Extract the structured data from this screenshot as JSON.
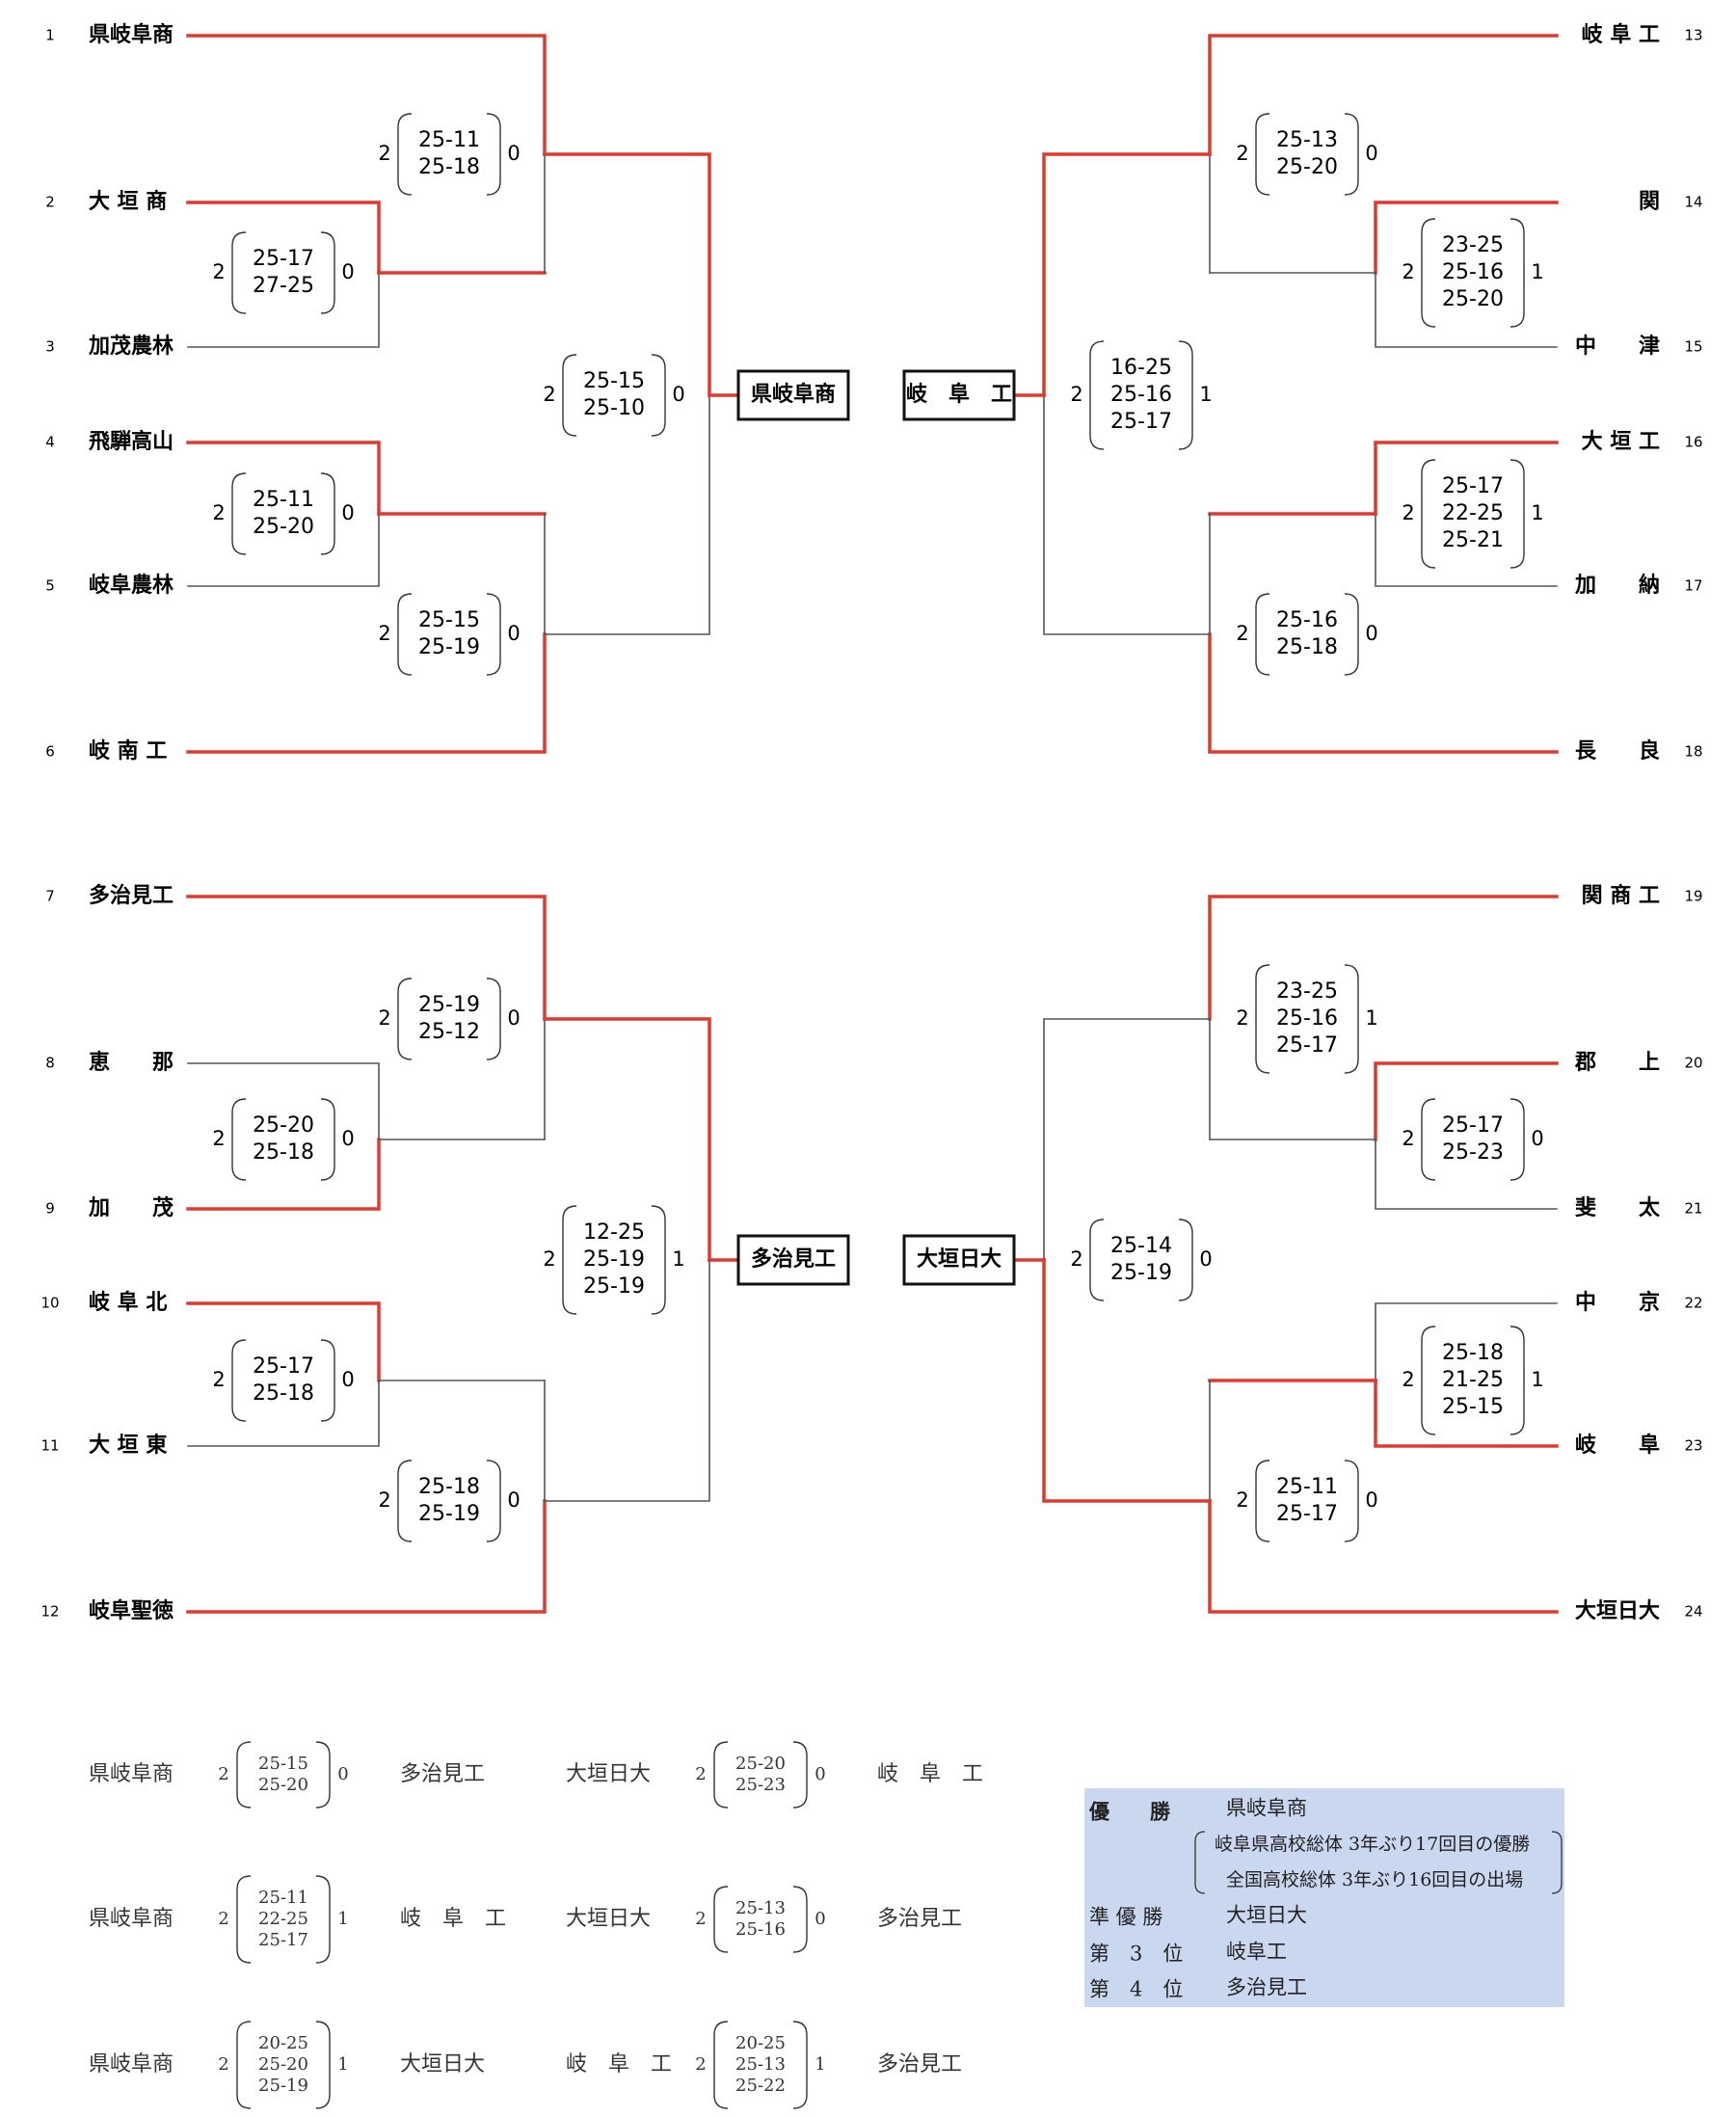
{
  "teams": [
    {
      "num": "1",
      "name": "県岐阜商"
    },
    {
      "num": "2",
      "name": "大 垣 商"
    },
    {
      "num": "3",
      "name": "加茂農林"
    },
    {
      "num": "4",
      "name": "飛騨高山"
    },
    {
      "num": "5",
      "name": "岐阜農林"
    },
    {
      "num": "6",
      "name": "岐 南 工"
    },
    {
      "num": "7",
      "name": "多治見工"
    },
    {
      "num": "8",
      "name": "恵　　那"
    },
    {
      "num": "9",
      "name": "加　　茂"
    },
    {
      "num": "10",
      "name": "岐 阜 北"
    },
    {
      "num": "11",
      "name": "大 垣 東"
    },
    {
      "num": "12",
      "name": "岐阜聖徳"
    },
    {
      "num": "13",
      "name": "岐 阜 工"
    },
    {
      "num": "14",
      "name": "関"
    },
    {
      "num": "15",
      "name": "中　　津"
    },
    {
      "num": "16",
      "name": "大 垣 工"
    },
    {
      "num": "17",
      "name": "加　　納"
    },
    {
      "num": "18",
      "name": "長　　良"
    },
    {
      "num": "19",
      "name": "関 商 工"
    },
    {
      "num": "20",
      "name": "郡　　上"
    },
    {
      "num": "21",
      "name": "斐　　太"
    },
    {
      "num": "22",
      "name": "中　　京"
    },
    {
      "num": "23",
      "name": "岐　　阜"
    },
    {
      "num": "24",
      "name": "大垣日大"
    }
  ],
  "matches": [
    {
      "id": "m-2-3",
      "left": "2",
      "right": "0",
      "sets": [
        "25-17",
        "27-25"
      ]
    },
    {
      "id": "m-1-23",
      "left": "2",
      "right": "0",
      "sets": [
        "25-11",
        "25-18"
      ]
    },
    {
      "id": "m-4-5",
      "left": "2",
      "right": "0",
      "sets": [
        "25-11",
        "25-20"
      ]
    },
    {
      "id": "m-45-6",
      "left": "2",
      "right": "0",
      "sets": [
        "25-15",
        "25-19"
      ]
    },
    {
      "id": "m-a-semi",
      "left": "2",
      "right": "0",
      "sets": [
        "25-15",
        "25-10"
      ]
    },
    {
      "id": "m-8-9",
      "left": "2",
      "right": "0",
      "sets": [
        "25-20",
        "25-18"
      ]
    },
    {
      "id": "m-7-89",
      "left": "2",
      "right": "0",
      "sets": [
        "25-19",
        "25-12"
      ]
    },
    {
      "id": "m-10-11",
      "left": "2",
      "right": "0",
      "sets": [
        "25-17",
        "25-18"
      ]
    },
    {
      "id": "m-1011-12",
      "left": "2",
      "right": "0",
      "sets": [
        "25-18",
        "25-19"
      ]
    },
    {
      "id": "m-b-semi",
      "left": "2",
      "right": "1",
      "sets": [
        "12-25",
        "25-19",
        "25-19"
      ]
    },
    {
      "id": "m-14-15",
      "left": "2",
      "right": "1",
      "sets": [
        "23-25",
        "25-16",
        "25-20"
      ]
    },
    {
      "id": "m-13-1415",
      "left": "2",
      "right": "0",
      "sets": [
        "25-13",
        "25-20"
      ]
    },
    {
      "id": "m-16-17",
      "left": "2",
      "right": "1",
      "sets": [
        "25-17",
        "22-25",
        "25-21"
      ]
    },
    {
      "id": "m-1617-18",
      "left": "2",
      "right": "0",
      "sets": [
        "25-16",
        "25-18"
      ]
    },
    {
      "id": "m-c-semi",
      "left": "2",
      "right": "1",
      "sets": [
        "16-25",
        "25-16",
        "25-17"
      ]
    },
    {
      "id": "m-20-21",
      "left": "2",
      "right": "0",
      "sets": [
        "25-17",
        "25-23"
      ]
    },
    {
      "id": "m-19-2021",
      "left": "2",
      "right": "1",
      "sets": [
        "23-25",
        "25-16",
        "25-17"
      ]
    },
    {
      "id": "m-22-23",
      "left": "2",
      "right": "1",
      "sets": [
        "25-18",
        "21-25",
        "25-15"
      ]
    },
    {
      "id": "m-2223-24",
      "left": "2",
      "right": "0",
      "sets": [
        "25-11",
        "25-17"
      ]
    },
    {
      "id": "m-d-semi",
      "left": "2",
      "right": "0",
      "sets": [
        "25-14",
        "25-19"
      ]
    }
  ],
  "block_winners": [
    "県岐阜商",
    "岐　阜　工",
    "多治見工",
    "大垣日大"
  ],
  "league": [
    {
      "a": "県岐阜商",
      "b": "多治見工",
      "left": "2",
      "right": "0",
      "sets": [
        "25-15",
        "25-20"
      ]
    },
    {
      "a": "大垣日大",
      "b": "岐　阜　工",
      "left": "2",
      "right": "0",
      "sets": [
        "25-20",
        "25-23"
      ]
    },
    {
      "a": "県岐阜商",
      "b": "岐　阜　工",
      "left": "2",
      "right": "1",
      "sets": [
        "25-11",
        "22-25",
        "25-17"
      ]
    },
    {
      "a": "大垣日大",
      "b": "多治見工",
      "left": "2",
      "right": "0",
      "sets": [
        "25-13",
        "25-16"
      ]
    },
    {
      "a": "県岐阜商",
      "b": "大垣日大",
      "left": "2",
      "right": "1",
      "sets": [
        "20-25",
        "25-20",
        "25-19"
      ]
    },
    {
      "a": "岐　阜　工",
      "b": "多治見工",
      "left": "2",
      "right": "1",
      "sets": [
        "20-25",
        "25-13",
        "25-22"
      ]
    }
  ],
  "summary": {
    "champion_label": "優　　勝",
    "champion": "県岐阜商",
    "note1": "岐阜県高校総体  3年ぶり17回目の優勝",
    "note2": "全国高校総体  3年ぶり16回目の出場",
    "runnerup_label": "準 優 勝",
    "runnerup": "大垣日大",
    "third_label": "第　3　位",
    "third": "岐阜工",
    "fourth_label": "第　4　位",
    "fourth": "多治見工"
  },
  "colors": {
    "win_line": "#e0392e",
    "lose_line": "#555555",
    "summary_bg": "#c9d8ef"
  }
}
